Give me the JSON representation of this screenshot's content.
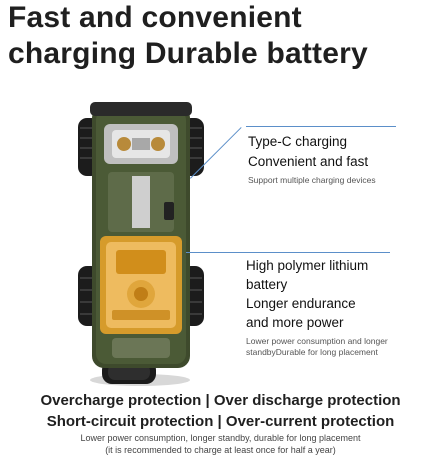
{
  "header": {
    "line1": "Fast and convenient",
    "line2": "charging Durable battery"
  },
  "callouts": {
    "typec": {
      "title_line1": "Type-C charging",
      "title_line2": "Convenient and fast",
      "sub": "Support multiple charging devices"
    },
    "battery": {
      "title_line1": "High polymer lithium",
      "title_line2": "battery",
      "title_line3": "Longer endurance",
      "title_line4": "and more power",
      "sub": "Lower power consumption and longer standbyDurable for long placement"
    }
  },
  "footer": {
    "line1": "Overcharge protection | Over discharge protection",
    "line2": "Short-circuit protection | Over-current protection",
    "line3": "Lower power consumption, longer standby, durable for long placement",
    "line4": "(it is recommended to charge at least once for half a year)"
  },
  "colors": {
    "callout_line": "#5b8fc9",
    "car_body": "#3e4a2c",
    "battery_amber": "#e5a22a"
  }
}
